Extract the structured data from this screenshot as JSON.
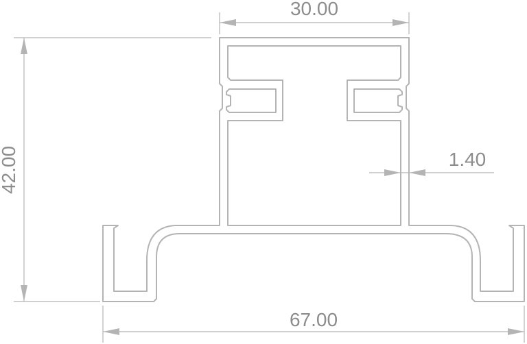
{
  "drawing": {
    "line_color": "#b4b4b4",
    "text_color": "#8c8c8c",
    "dimensions": {
      "top_width": "30.00",
      "height": "42.00",
      "wall_thickness": "1.40",
      "bottom_width": "67.00"
    }
  }
}
